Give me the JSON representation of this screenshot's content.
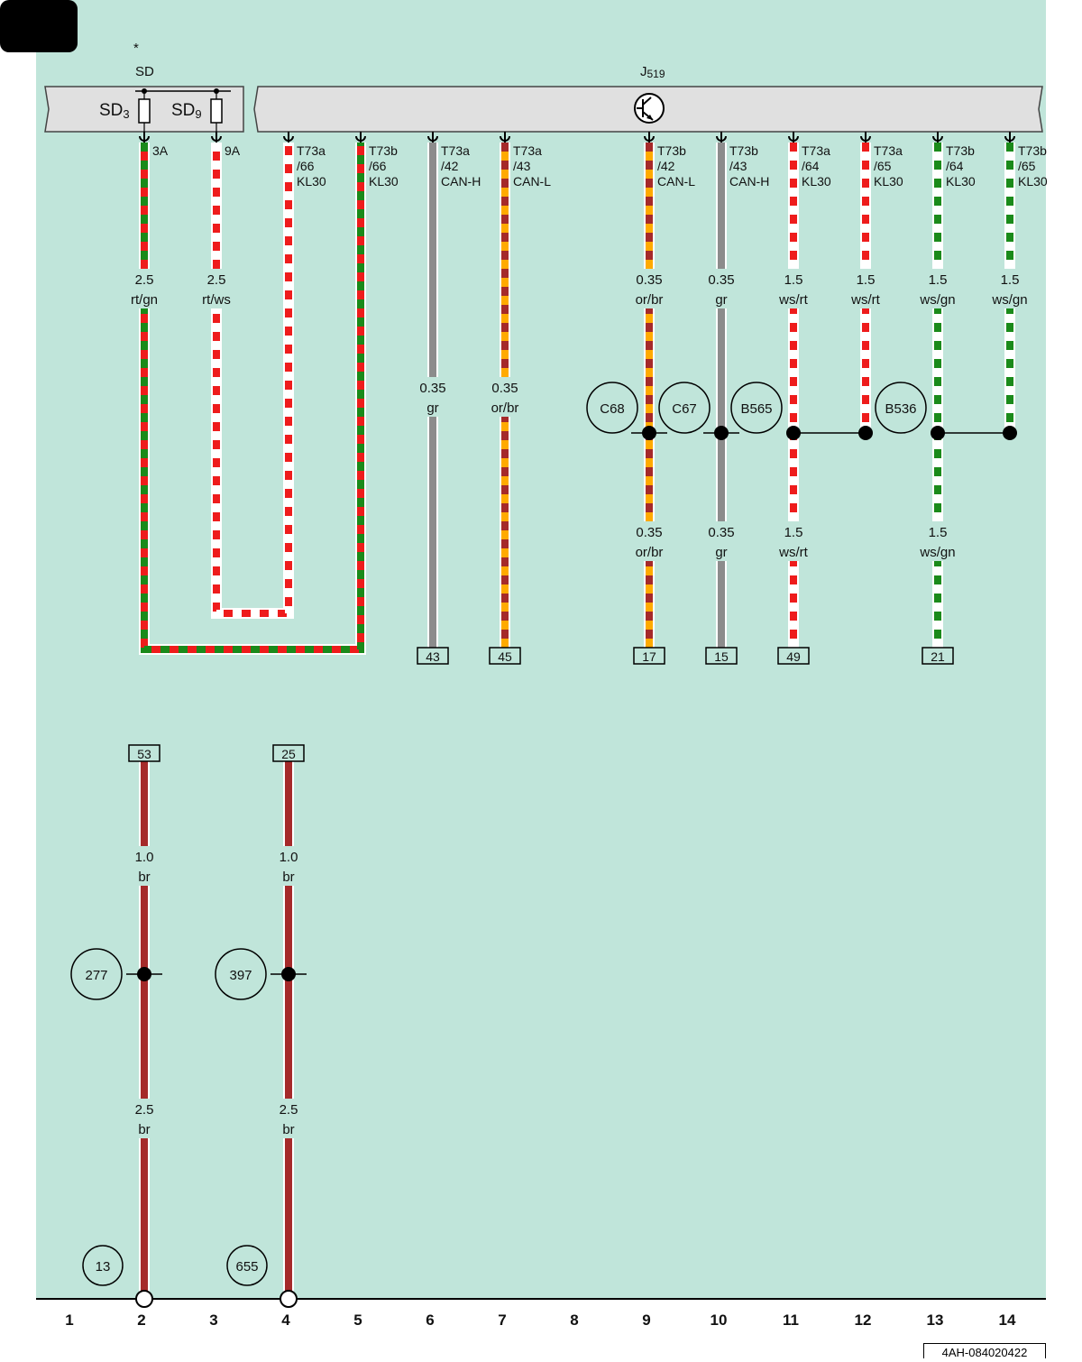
{
  "fuse_box": {
    "label": "SD",
    "star": "*",
    "fuses": [
      {
        "label": "SD",
        "sub": "3",
        "rating": "3A"
      },
      {
        "label": "SD",
        "sub": "9",
        "rating": "9A"
      }
    ]
  },
  "module": {
    "label": "J",
    "sub": "519",
    "icon": "transistor-icon"
  },
  "pins": [
    {
      "conn": "T73a",
      "num": "/66",
      "sig": "KL30"
    },
    {
      "conn": "T73b",
      "num": "/66",
      "sig": "KL30"
    },
    {
      "conn": "T73a",
      "num": "/42",
      "sig": "CAN-H"
    },
    {
      "conn": "T73a",
      "num": "/43",
      "sig": "CAN-L"
    },
    {
      "conn": "T73b",
      "num": "/42",
      "sig": "CAN-L"
    },
    {
      "conn": "T73b",
      "num": "/43",
      "sig": "CAN-H"
    },
    {
      "conn": "T73a",
      "num": "/64",
      "sig": "KL30"
    },
    {
      "conn": "T73a",
      "num": "/65",
      "sig": "KL30"
    },
    {
      "conn": "T73b",
      "num": "/64",
      "sig": "KL30"
    },
    {
      "conn": "T73b",
      "num": "/65",
      "sig": "KL30"
    }
  ],
  "wires": [
    {
      "size": "2.5",
      "color": "rt/gn"
    },
    {
      "size": "2.5",
      "color": "rt/ws"
    },
    {
      "size": "0.35",
      "color": "gr"
    },
    {
      "size": "0.35",
      "color": "or/br"
    },
    {
      "size": "0.35",
      "color": "or/br"
    },
    {
      "size": "0.35",
      "color": "gr"
    },
    {
      "size": "1.5",
      "color": "ws/rt"
    },
    {
      "size": "1.5",
      "color": "ws/rt"
    },
    {
      "size": "1.5",
      "color": "ws/gn"
    },
    {
      "size": "1.5",
      "color": "ws/gn"
    },
    {
      "size": "0.35",
      "color": "or/br"
    },
    {
      "size": "0.35",
      "color": "gr"
    },
    {
      "size": "1.5",
      "color": "ws/rt"
    },
    {
      "size": "1.5",
      "color": "ws/gn"
    },
    {
      "size": "1.0",
      "color": "br"
    },
    {
      "size": "1.0",
      "color": "br"
    },
    {
      "size": "2.5",
      "color": "br"
    },
    {
      "size": "2.5",
      "color": "br"
    }
  ],
  "splices": [
    "C68",
    "C67",
    "B565",
    "B536",
    "277",
    "397"
  ],
  "grounds": [
    "13",
    "655"
  ],
  "continuations": [
    "43",
    "45",
    "17",
    "15",
    "49",
    "21",
    "53",
    "25"
  ],
  "columns": [
    "1",
    "2",
    "3",
    "4",
    "5",
    "6",
    "7",
    "8",
    "9",
    "10",
    "11",
    "12",
    "13",
    "14"
  ],
  "ref_code": "4AH-084020422",
  "colors": {
    "background": "#c0e5da",
    "rt": "#ee1c1c",
    "gn": "#1a8a1a",
    "ws": "#ffffff",
    "gr": "#8c8c8c",
    "or": "#ffaa00",
    "br": "#a52a2a",
    "housing": "#e0e0e0"
  }
}
